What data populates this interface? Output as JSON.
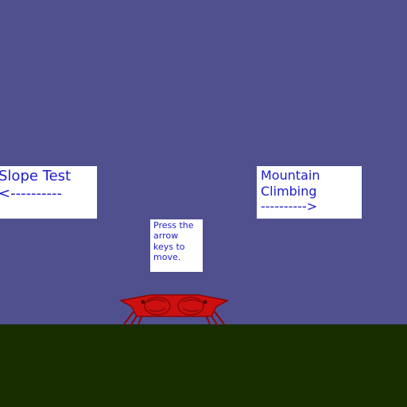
{
  "colors": {
    "sky": "#50508f",
    "ground": "#162d00",
    "sign_background": "#ffffff",
    "sign_text": "#1c1ccc",
    "player_body": "#cc1010",
    "player_dark": "#8a0606"
  },
  "signs": {
    "slope_test": {
      "line1": "Slope Test",
      "line2": "<----------"
    },
    "mountain_climbing": {
      "line1": "Mountain",
      "line2": "Climbing",
      "line3": "---------->"
    },
    "instructions": {
      "line1": "Press the",
      "line2": "arrow",
      "line3": "keys to",
      "line4": "move."
    }
  },
  "player": {
    "icon": "red-crab-sprite"
  }
}
